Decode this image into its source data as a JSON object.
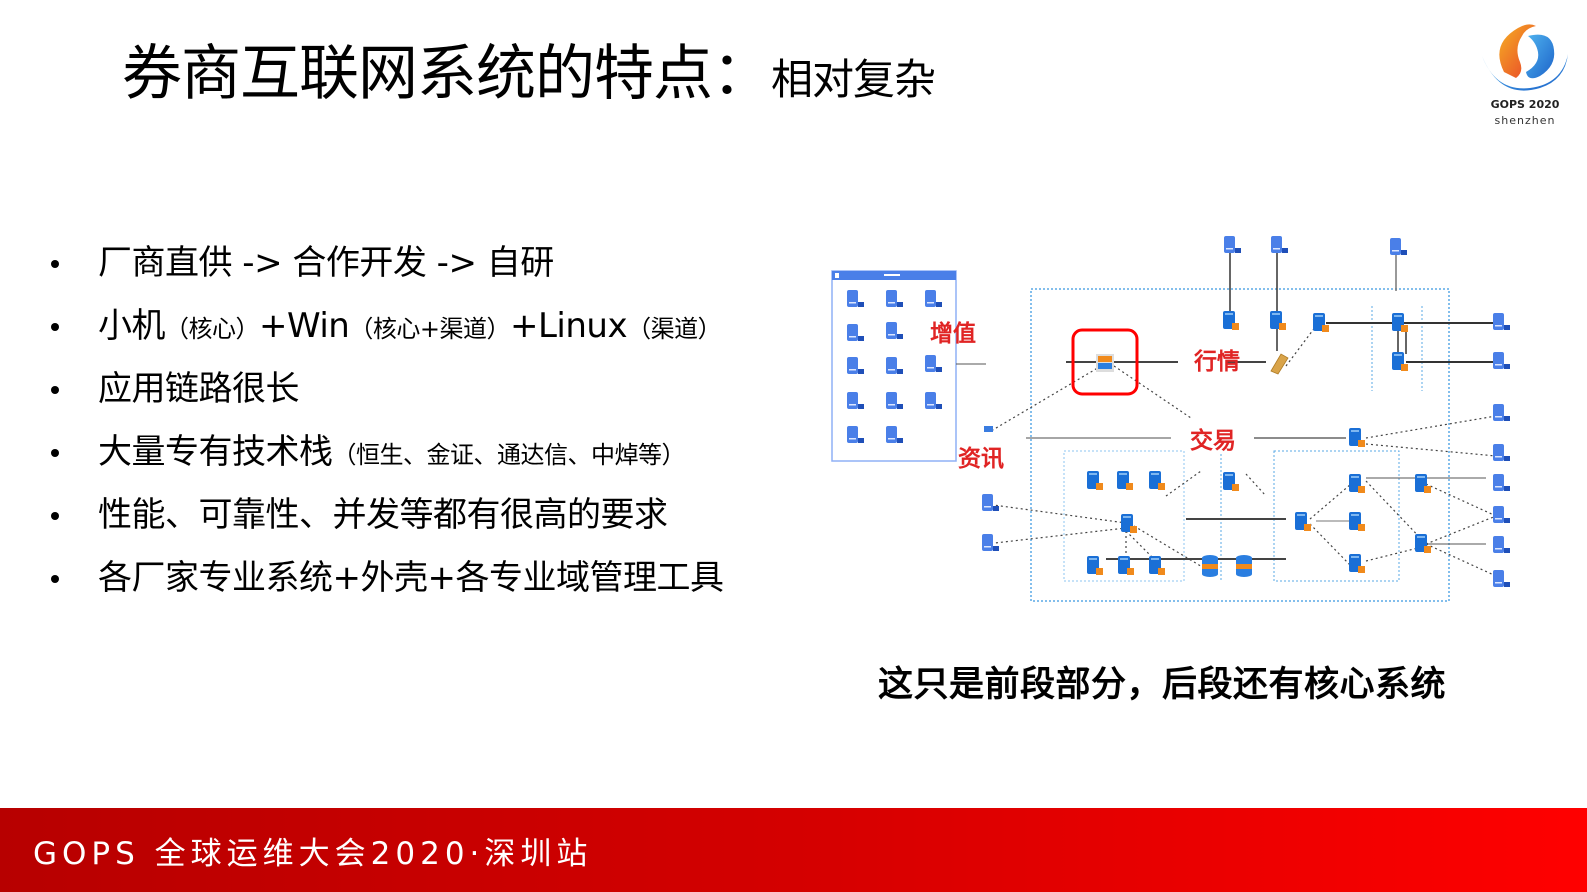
{
  "slide": {
    "title_main": "券商互联网系统的特点：",
    "title_sub": "相对复杂",
    "logo": {
      "line1": "GOPS 2020",
      "line2": "shenzhen"
    },
    "bullets": [
      {
        "text": "厂商直供 -> 合作开发 -> 自研"
      },
      {
        "parts": [
          "小机",
          "（核心）",
          "+Win",
          "（核心+渠道）",
          "+Linux",
          "（渠道）"
        ]
      },
      {
        "text": "应用链路很长"
      },
      {
        "parts": [
          "大量专有技术栈",
          "（恒生、金证、通达信、中焯等）"
        ]
      },
      {
        "text": "性能、可靠性、并发等都有很高的要求"
      },
      {
        "text": "各厂家专业系统+外壳+各专业域管理工具"
      }
    ],
    "diagram": {
      "labels": {
        "value_added": "增值",
        "market_data": "行情",
        "information": "资讯",
        "trading": "交易"
      },
      "colors": {
        "label_red": "#e02424",
        "highlight_box": "#ff0000",
        "server_blue": "#1a6fd6",
        "server_orange": "#f08a1c",
        "dotted_border": "#5aa9e6"
      }
    },
    "note": "这只是前段部分，后段还有核心系统",
    "footer": {
      "text": "GOPS 全球运维大会2020·深圳站",
      "gradient_start": "#b70000",
      "gradient_end": "#ff0000"
    }
  }
}
